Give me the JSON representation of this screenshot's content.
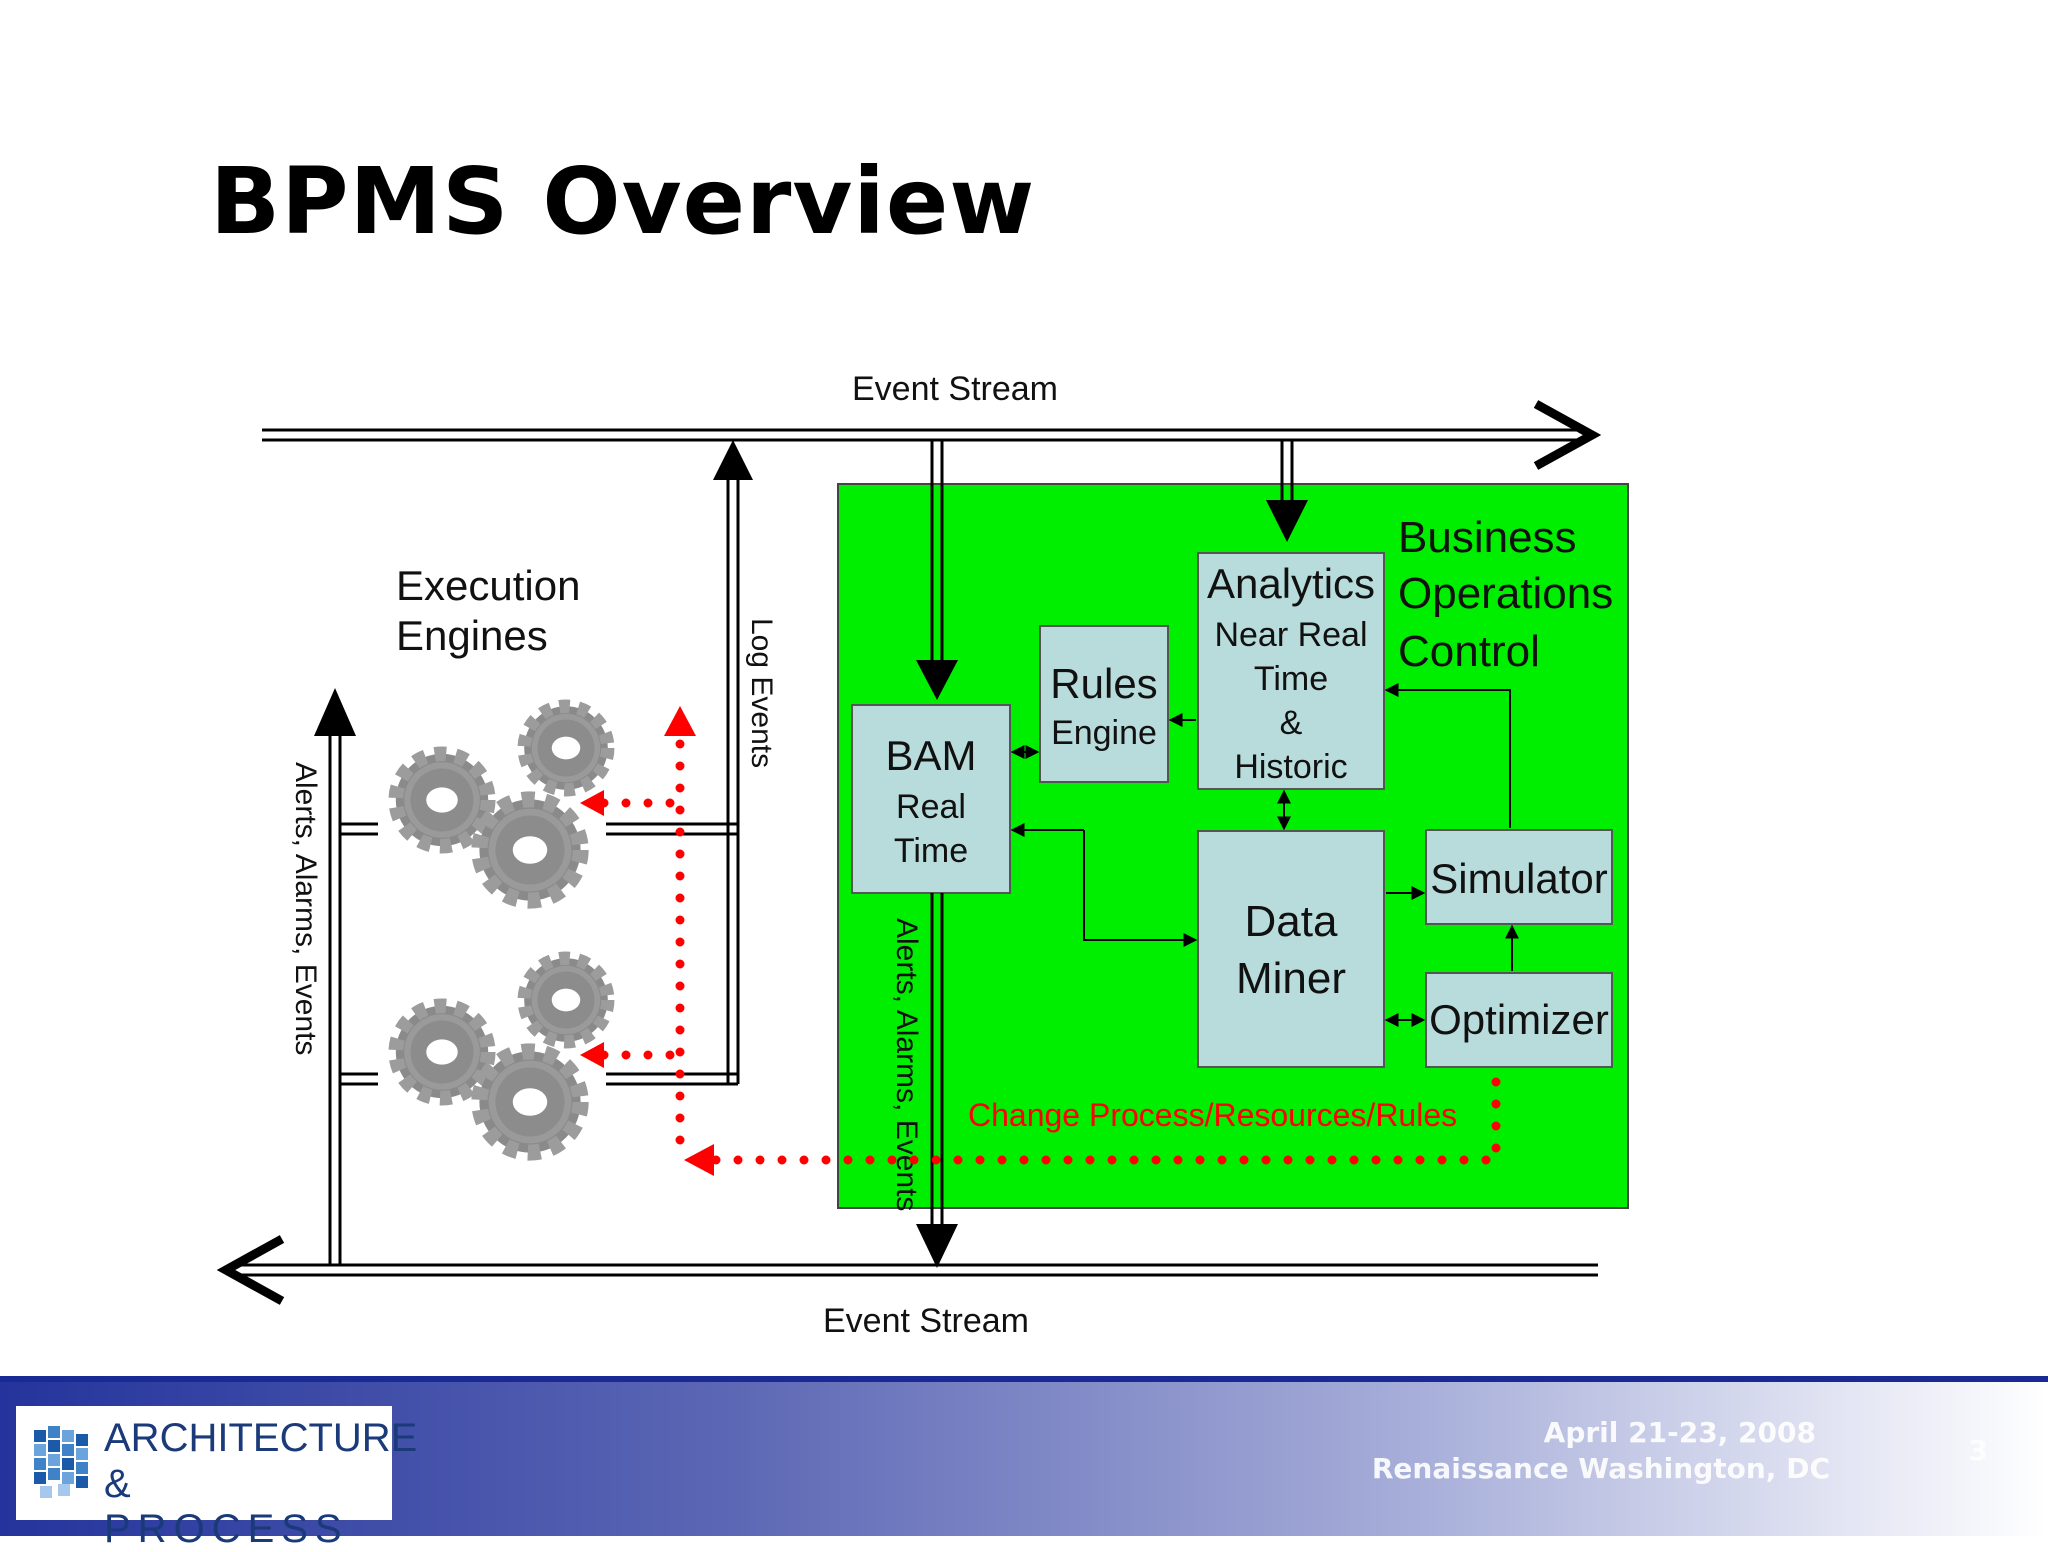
{
  "slide": {
    "title": "BPMS Overview"
  },
  "diagram": {
    "event_stream_top": "Event Stream",
    "event_stream_bottom": "Event Stream",
    "execution_engines": [
      "Execution",
      "Engines"
    ],
    "log_events": "Log Events",
    "alerts_left": "Alerts, Alarms, Events",
    "alerts_center": "Alerts, Alarms, Events",
    "boc_title": [
      "Business",
      "Operations",
      "Control"
    ],
    "bam": [
      "BAM",
      "Real",
      "Time"
    ],
    "rules": [
      "Rules",
      "Engine"
    ],
    "analytics": [
      "Analytics",
      "Near Real",
      "Time",
      "&",
      "Historic"
    ],
    "data_miner": [
      "Data",
      "Miner"
    ],
    "simulator": "Simulator",
    "optimizer": "Optimizer",
    "change_label": "Change Process/Resources/Rules",
    "colors": {
      "boc_fill": "#00ee00",
      "box_fill": "#b8dcdc",
      "feedback": "#ff0000"
    }
  },
  "footer": {
    "logo_line1": "ARCHITECTURE",
    "logo_line2": "& PROCESS",
    "date": "April 21-23, 2008",
    "venue": "Renaissance Washington, DC",
    "slide_number": "3"
  }
}
